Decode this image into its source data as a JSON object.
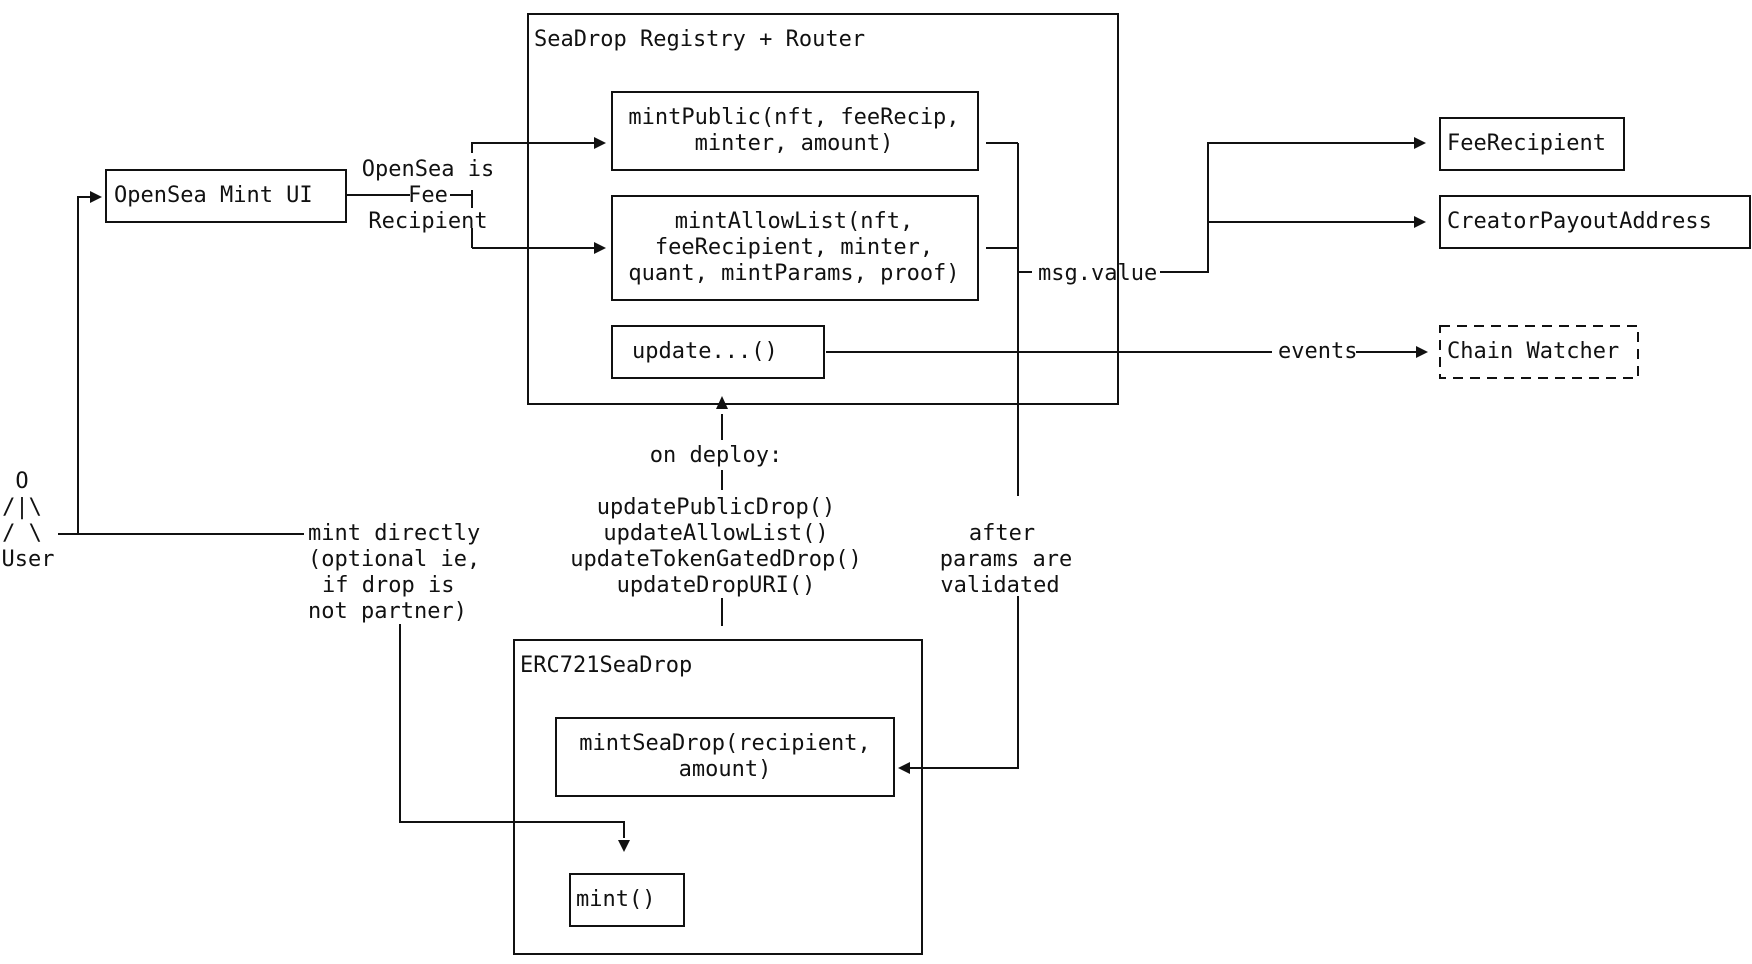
{
  "user": {
    "figure_lines": [
      "O",
      "/|\\",
      "/ \\"
    ],
    "label": "User"
  },
  "nodes": {
    "opensea_mint_ui": "OpenSea Mint UI",
    "registry_title": "SeaDrop Registry + Router",
    "mint_public": [
      "mintPublic(nft, feeRecip,",
      "minter, amount)"
    ],
    "mint_allow_list": [
      "mintAllowList(nft,",
      "feeRecipient, minter,",
      "quant, mintParams, proof)"
    ],
    "update": "update...()",
    "fee_recipient": "FeeRecipient",
    "creator_payout": "CreatorPayoutAddress",
    "chain_watcher": "Chain Watcher",
    "erc721_title": "ERC721SeaDrop",
    "mint_seadrop": [
      "mintSeaDrop(recipient,",
      "amount)"
    ],
    "mint": "mint()"
  },
  "edge_labels": {
    "opensea_fee": [
      "OpenSea is",
      "Fee",
      "Recipient"
    ],
    "msg_value": "msg.value",
    "events": "events",
    "on_deploy": "on deploy:",
    "deploy_calls": [
      "updatePublicDrop()",
      "updateAllowList()",
      "updateTokenGatedDrop()",
      "updateDropURI()"
    ],
    "after_validated": [
      "after",
      "params are",
      "validated"
    ],
    "mint_directly": [
      "mint directly",
      "(optional ie,",
      "if drop is",
      "not partner)"
    ]
  }
}
